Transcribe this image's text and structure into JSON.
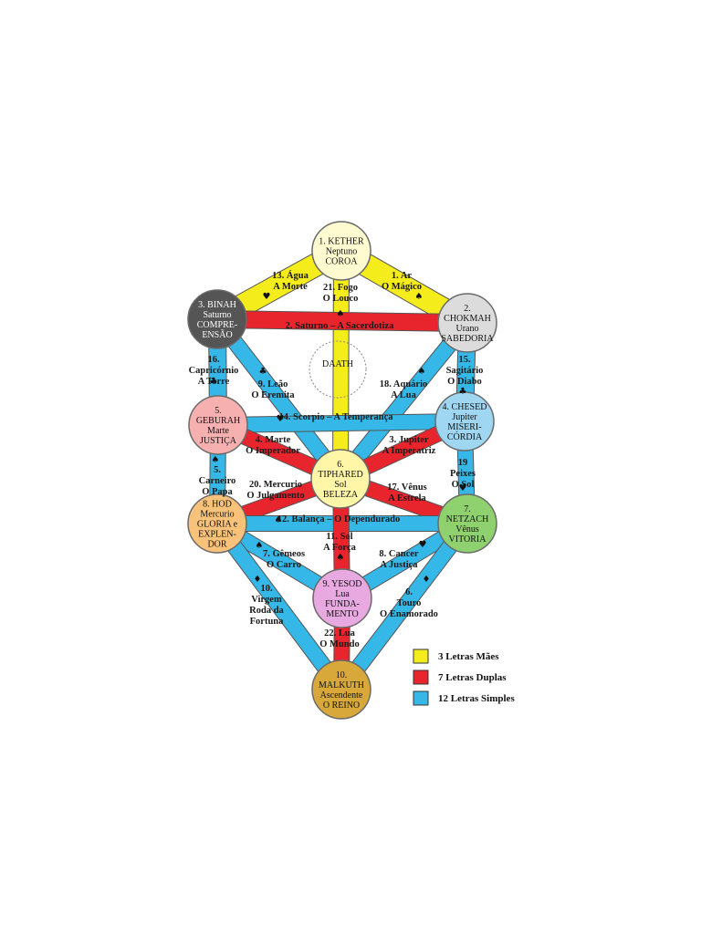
{
  "colors": {
    "mother": "#f5ec1c",
    "double": "#e8242c",
    "simple": "#35b8e8",
    "outline": "#6a6a6a"
  },
  "sephiroth": {
    "kether": {
      "lines": [
        "1. KETHER",
        "Neptuno",
        "COROA"
      ],
      "fill": "#fffbd0"
    },
    "chokmah": {
      "lines": [
        "2.",
        "CHOKMAH",
        "Urano",
        "SABEDORIA"
      ],
      "fill": "#dcdcdc"
    },
    "binah": {
      "lines": [
        "3. BINAH",
        "Saturno",
        "COMPRE-",
        "ENSÃO"
      ],
      "fill": "#555555"
    },
    "chesed": {
      "lines": [
        "4. CHESED",
        "Jupiter",
        "MISERI-",
        "CÓRDIA"
      ],
      "fill": "#9fd6f2"
    },
    "geburah": {
      "lines": [
        "5.",
        "GEBURAH",
        "Marte",
        "JUSTIÇA"
      ],
      "fill": "#f6b0b0"
    },
    "tiphareth": {
      "lines": [
        "6.",
        "TIPHARED",
        "Sol",
        "BELEZA"
      ],
      "fill": "#fff6a8"
    },
    "netzach": {
      "lines": [
        "7.",
        "NETZACH",
        "Vênus",
        "VITORIA"
      ],
      "fill": "#8ed16e"
    },
    "hod": {
      "lines": [
        "8. HOD",
        "Mercurio",
        "GLORIA e",
        "EXPLEN-",
        "DOR"
      ],
      "fill": "#f9c27a"
    },
    "yesod": {
      "lines": [
        "9. YESOD",
        "Lua",
        "FUNDA-",
        "MENTO"
      ],
      "fill": "#e8a8e0"
    },
    "malkuth": {
      "lines": [
        "10.",
        "MALKUTH",
        "Ascendente",
        "O REINO"
      ],
      "fill": "#d8a93a"
    },
    "daath": {
      "lines": [
        "DAATH"
      ]
    }
  },
  "paths": {
    "p1": [
      "1. Ar",
      "O Mágico"
    ],
    "p13": [
      "13. Água",
      "A Morte"
    ],
    "p21": [
      "21. Fogo",
      "O Louco"
    ],
    "p2": [
      "2. Saturno – A Sacerdotiza"
    ],
    "p16": [
      "16.",
      "Capricórnio",
      "A Torre"
    ],
    "p9": [
      "9. Leão",
      "O Eremita"
    ],
    "p18": [
      "18. Aquário",
      "A Lua"
    ],
    "p15": [
      "15.",
      "Sagitário",
      "O Diabo"
    ],
    "p14": [
      "14. Scorpio – A Temperança"
    ],
    "p4": [
      "4. Marte",
      "O Imperador"
    ],
    "p3": [
      "3. Jupiter",
      "A Imperatriz"
    ],
    "p5": [
      "5.",
      "Carneiro",
      "O Papa"
    ],
    "p19": [
      "19",
      "Peixes",
      "O Sol"
    ],
    "p20": [
      "20. Mercurio",
      "O Julgamento"
    ],
    "p17": [
      "17. Vênus",
      "A Estrela"
    ],
    "p12": [
      "12. Balança – O Dependurado"
    ],
    "p11": [
      "11. Sol",
      "A Força"
    ],
    "p7": [
      "7. Gêmeos",
      "O Carro"
    ],
    "p8": [
      "8. Cancer",
      "A Justiça"
    ],
    "p10": [
      "10.",
      "Virgem",
      "Roda da",
      "Fortuna"
    ],
    "p6": [
      "6.",
      "Touro",
      "O Enamorado"
    ],
    "p22": [
      "22. Lua",
      "O Mundo"
    ]
  },
  "legend": [
    {
      "label": "3 Letras Mães",
      "color": "#f5ec1c"
    },
    {
      "label": "7 Letras Duplas",
      "color": "#e8242c"
    },
    {
      "label": "12 Letras Simples",
      "color": "#35b8e8"
    }
  ],
  "suits": {
    "spade": "♠",
    "heart": "♥",
    "club": "♣",
    "diamond": "♦"
  }
}
